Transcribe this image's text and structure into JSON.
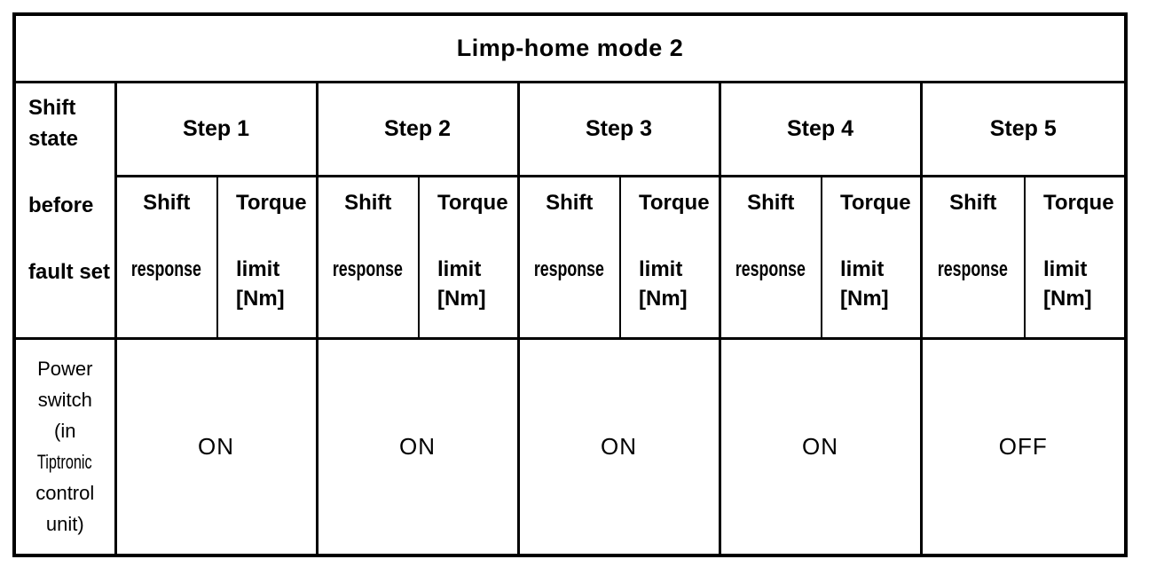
{
  "page": {
    "background": "#ffffff"
  },
  "table": {
    "title": "Limp-home mode 2",
    "corner_header": {
      "para1": "Shift state",
      "para2": "before",
      "para3": "fault set"
    },
    "sub_headers": {
      "shift_line1": "Shift",
      "shift_line2": "response",
      "torque_line1": "Torque",
      "torque_line2": "limit",
      "torque_line3": "[Nm]"
    },
    "row_header": {
      "lines": [
        "Power",
        "switch",
        "(in",
        "Tiptronic",
        "control",
        "unit)"
      ]
    },
    "steps": [
      {
        "label": "Step 1",
        "power_switch": "ON"
      },
      {
        "label": "Step 2",
        "power_switch": "ON"
      },
      {
        "label": "Step 3",
        "power_switch": "ON"
      },
      {
        "label": "Step 4",
        "power_switch": "ON"
      },
      {
        "label": "Step 5",
        "power_switch": "OFF"
      }
    ],
    "colors": {
      "border": "#000000",
      "text": "#000000",
      "background": "#ffffff"
    }
  }
}
